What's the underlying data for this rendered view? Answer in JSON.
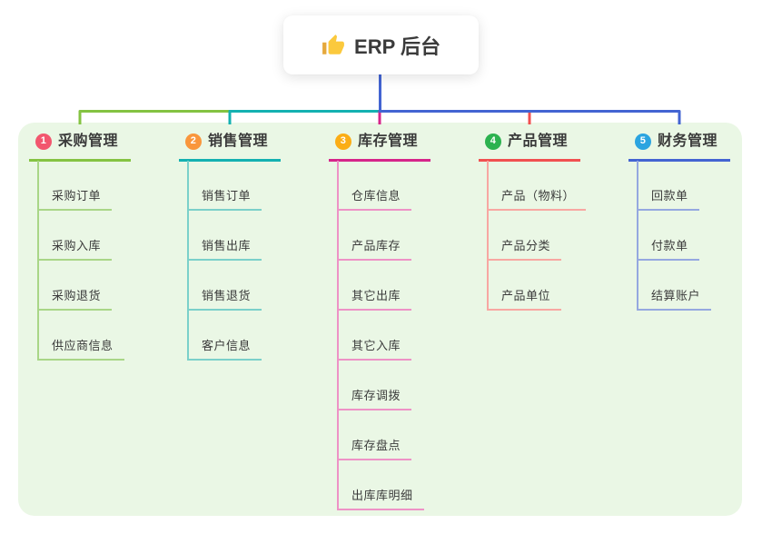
{
  "root": {
    "label": "ERP 后台",
    "icon": "thumbs-up-icon"
  },
  "canvas": {
    "background": "#ffffff",
    "panel_color": "#EAF7E5",
    "trunk_color": "#4364D2",
    "text_color": "#3b3b3b"
  },
  "branches": [
    {
      "index": "1",
      "title": "采购管理",
      "badge_color": "#F2566E",
      "line_color": "#84C342",
      "child_line_color": "#A9D687",
      "children": [
        "采购订单",
        "采购入库",
        "采购退货",
        "供应商信息"
      ]
    },
    {
      "index": "2",
      "title": "销售管理",
      "badge_color": "#F9963C",
      "line_color": "#14B1B1",
      "child_line_color": "#7BD0CA",
      "children": [
        "销售订单",
        "销售出库",
        "销售退货",
        "客户信息"
      ]
    },
    {
      "index": "3",
      "title": "库存管理",
      "badge_color": "#FBAD15",
      "line_color": "#D6258A",
      "child_line_color": "#EE92C6",
      "children": [
        "仓库信息",
        "产品库存",
        "其它出库",
        "其它入库",
        "库存调拨",
        "库存盘点",
        "出库库明细"
      ]
    },
    {
      "index": "4",
      "title": "产品管理",
      "badge_color": "#2CB24F",
      "line_color": "#F15050",
      "child_line_color": "#F8A7A2",
      "children": [
        "产品（物料）",
        "产品分类",
        "产品单位"
      ]
    },
    {
      "index": "5",
      "title": "财务管理",
      "badge_color": "#2BA4E0",
      "line_color": "#4364D2",
      "child_line_color": "#95A8E0",
      "children": [
        "回款单",
        "付款单",
        "结算账户"
      ]
    }
  ]
}
